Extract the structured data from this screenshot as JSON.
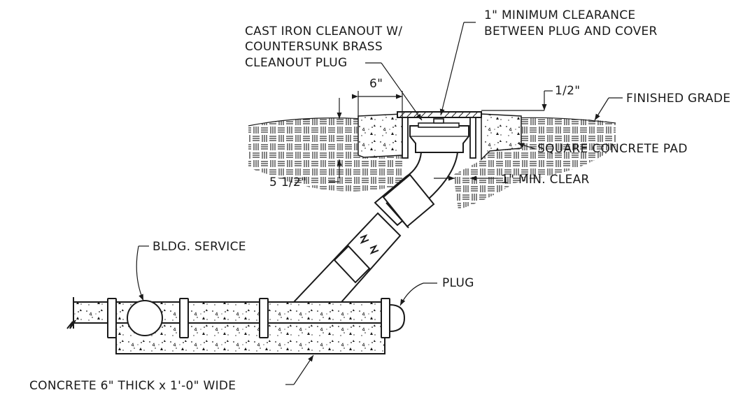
{
  "labels": {
    "cleanout_line1": "CAST IRON CLEANOUT W/",
    "cleanout_line2": "COUNTERSUNK BRASS",
    "cleanout_line3": "CLEANOUT PLUG",
    "clearance_line1": "1\" MINIMUM CLEARANCE",
    "clearance_line2": "BETWEEN PLUG AND COVER",
    "six_inch": "6\"",
    "half_inch": "1/2\"",
    "finished_grade": "FINISHED GRADE",
    "square_pad": "SQUARE CONCRETE PAD",
    "five_half": "5 1/2\"",
    "min_clear": "1\" MIN. CLEAR",
    "bldg_service": "BLDG. SERVICE",
    "plug": "PLUG",
    "concrete_bed": "CONCRETE 6\" THICK x 1'-0\" WIDE"
  }
}
